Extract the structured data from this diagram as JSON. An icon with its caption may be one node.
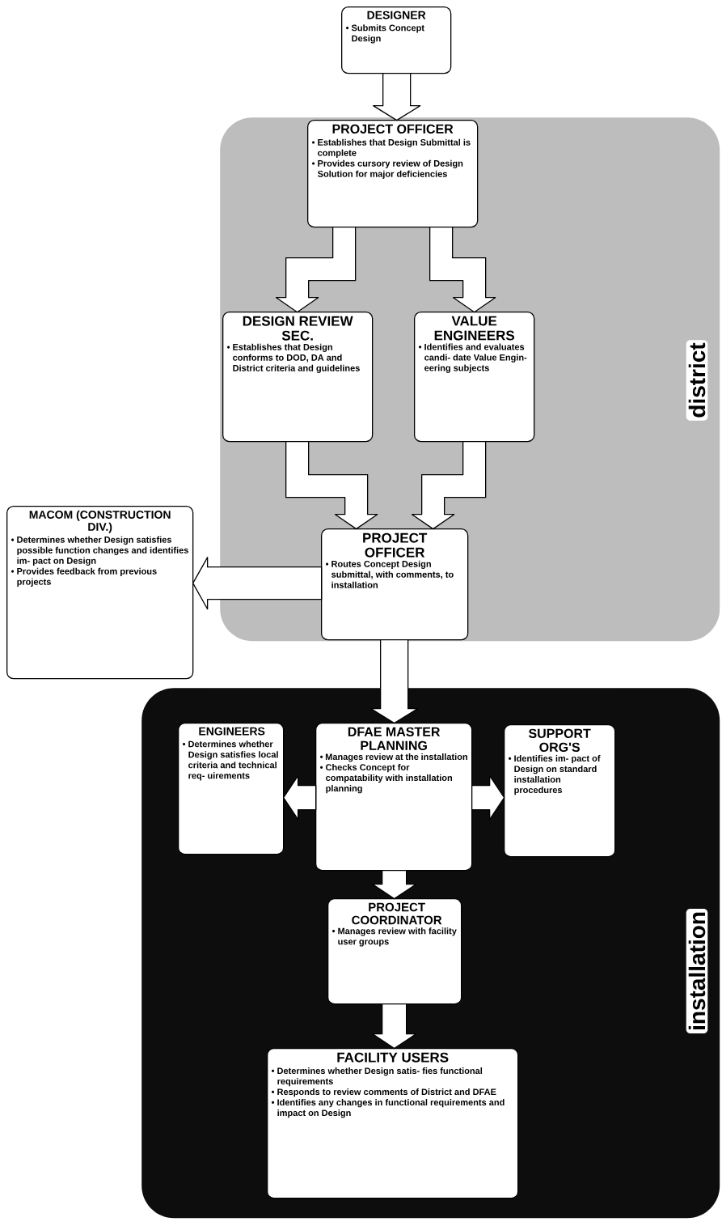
{
  "diagram": {
    "nodes": [
      {
        "text": [
          "district"
        ]
      },
      {
        "text": [
          "DESIGNER",
          "• Submits Concept Design"
        ]
      },
      {
        "text": [
          "PROJECT OFFICER",
          "• Establishes that Design Submittal is complete",
          "• Provides cursory review of Design Solution for major deficiencies"
        ],
        "in": 0
      },
      {
        "text": [
          "DESIGN REVIEW SEC.",
          "• Establishes that Design conforms to DOD, DA and District criteria and guidelines"
        ],
        "in": 0
      },
      {
        "text": [
          "VALUE ENGINEERS",
          "• Identifies and evaluates candi- date Value Engin- eering subjects"
        ],
        "in": 0
      },
      {
        "text": [
          "PROJECT OFFICER",
          "• Routes Concept Design submittal, with comments, to installation"
        ],
        "in": 0
      },
      {
        "text": [
          "MACOM (CONSTRUCTION DIV.)",
          "• Determines whether Design satisfies possible function changes and identifies im- pact on Design",
          "• Provides feedback from previous projects"
        ]
      },
      {
        "text": [
          "installation"
        ]
      },
      {
        "text": [
          "ENGINEERS",
          "• Determines whether Design satisfies local criteria and technical req- uirements"
        ],
        "in": 7
      },
      {
        "text": [
          "DFAE MASTER PLANNING",
          "• Manages review at the installation",
          "• Checks Concept for compatability with installation planning"
        ],
        "in": 7
      },
      {
        "text": [
          "SUPPORT ORG'S",
          "• Identifies im- pact of Design on standard installation procedures"
        ],
        "in": 7
      },
      {
        "text": [
          "PROJECT COORDINATOR",
          "• Manages review with facility user groups"
        ],
        "in": 7
      },
      {
        "text": [
          "FACILITY USERS",
          "• Determines whether Design satis- fies functional requirements",
          "• Responds to review comments of District and DFAE",
          "• Identifies any changes in functional requirements and impact on Design"
        ],
        "in": 7
      }
    ],
    "edges": [
      {
        "from": 1,
        "to": 2,
        "arrow": "to"
      },
      {
        "from": 2,
        "to": 3,
        "arrow": "to"
      },
      {
        "from": 2,
        "to": 4,
        "arrow": "to"
      },
      {
        "from": 3,
        "to": 5,
        "arrow": "to"
      },
      {
        "from": 4,
        "to": 5,
        "arrow": "to"
      },
      {
        "from": 5,
        "to": 6,
        "arrow": "to"
      },
      {
        "from": 5,
        "to": 9,
        "arrow": "to"
      },
      {
        "from": 9,
        "to": 8,
        "arrow": "to"
      },
      {
        "from": 9,
        "to": 10,
        "arrow": "to"
      },
      {
        "from": 9,
        "to": 11,
        "arrow": "to"
      },
      {
        "from": 11,
        "to": 12,
        "arrow": "to"
      }
    ]
  }
}
